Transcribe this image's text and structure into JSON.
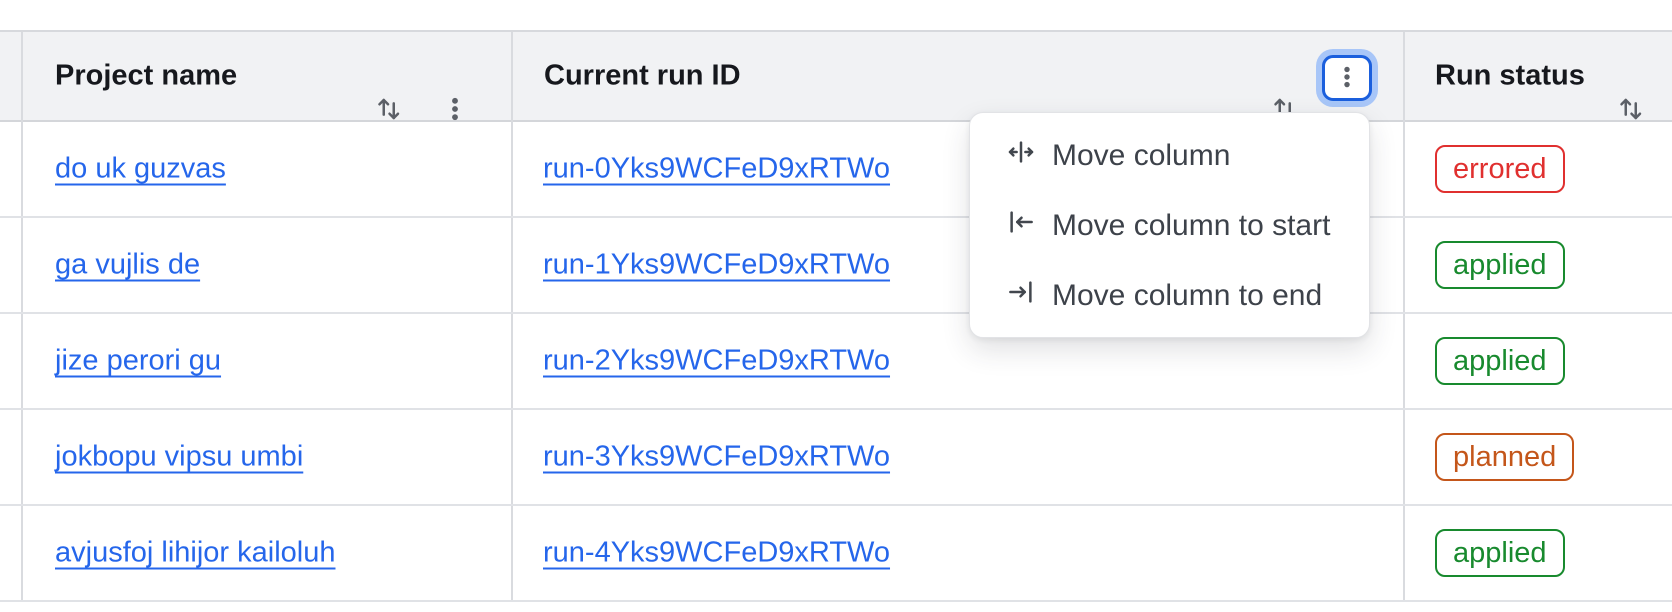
{
  "table": {
    "columns": [
      {
        "label": "Project name",
        "sort_icon": "swap-vertical",
        "menu_icon": "kebab"
      },
      {
        "label": "Current run ID",
        "sort_icon": "swap-vertical",
        "menu_icon": "kebab",
        "menu_state": "focused-open"
      },
      {
        "label": "Run status",
        "sort_icon": "swap-vertical"
      }
    ],
    "rows": [
      {
        "project": "do uk guzvas",
        "run_id": "run-0Yks9WCFeD9xRTWo",
        "status": "errored"
      },
      {
        "project": "ga vujlis de",
        "run_id": "run-1Yks9WCFeD9xRTWo",
        "status": "applied"
      },
      {
        "project": "jize perori gu",
        "run_id": "run-2Yks9WCFeD9xRTWo",
        "status": "applied"
      },
      {
        "project": "jokbopu vipsu umbi",
        "run_id": "run-3Yks9WCFeD9xRTWo",
        "status": "planned"
      },
      {
        "project": "avjusfoj lihijor kailoluh",
        "run_id": "run-4Yks9WCFeD9xRTWo",
        "status": "applied"
      }
    ]
  },
  "context_menu": {
    "items": [
      {
        "label": "Move column",
        "icon": "move-column-icon"
      },
      {
        "label": "Move column to start",
        "icon": "move-column-to-start-icon"
      },
      {
        "label": "Move column to end",
        "icon": "move-column-to-end-icon"
      }
    ]
  },
  "colors": {
    "link": "#2566eb",
    "header_bg": "#f1f2f4",
    "border": "#d9dbdf",
    "status_errored": "#e0302f",
    "status_applied": "#188a2e",
    "status_planned": "#c4561a",
    "focus_ring_inner": "#1b5fdd",
    "focus_ring_halo": "#a8c6f8"
  }
}
